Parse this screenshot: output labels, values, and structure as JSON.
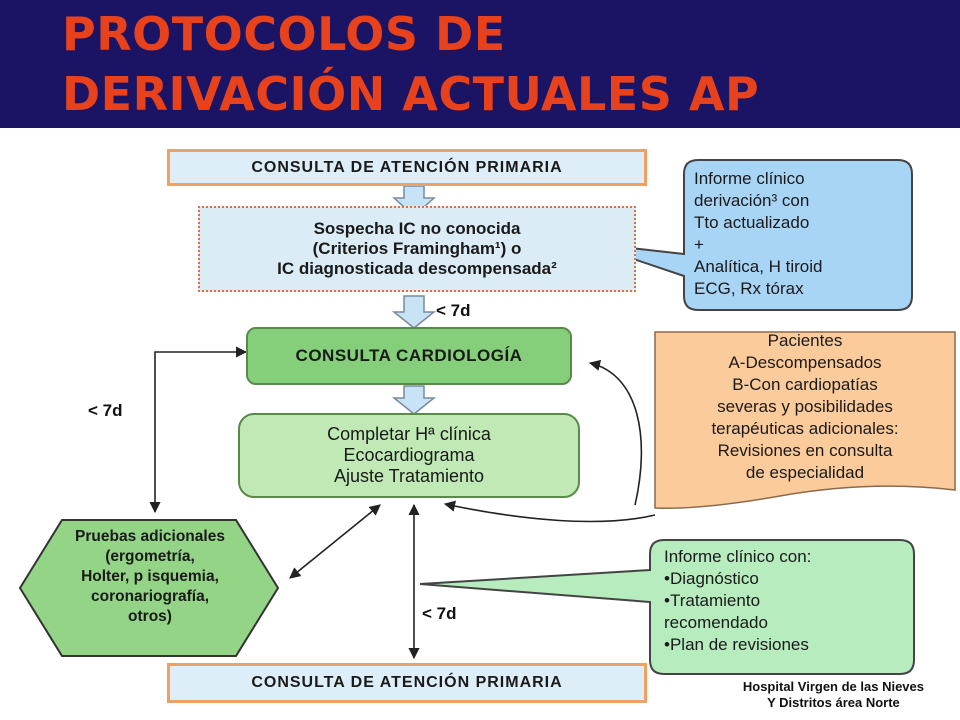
{
  "title": {
    "line1": "PROTOCOLOS DE",
    "line2": "DERIVACIÓN ACTUALES AP"
  },
  "boxes": {
    "consulta_ap_top": "CONSULTA DE ATENCIÓN PRIMARIA",
    "sospecha": [
      "Sospecha IC no conocida",
      "(Criterios Framingham¹) o",
      "IC diagnosticada descompensada²"
    ],
    "consulta_cardiologia": "CONSULTA CARDIOLOGÍA",
    "completar": [
      "Completar Hª clínica",
      "Ecocardiograma",
      "Ajuste Tratamiento"
    ],
    "pruebas": "Pruebas adicionales\n(ergometría,\nHolter, p isquemia,\ncoronariografía,\notros)",
    "consulta_ap_bottom": "CONSULTA DE ATENCIÓN PRIMARIA"
  },
  "callouts": {
    "informe_derivacion": "Informe clínico\nderivación³ con\nTto actualizado\n+\nAnalítica, H tiroid\nECG, Rx tórax",
    "pacientes": "Pacientes\nA-Descompensados\nB-Con cardiopatías\nseveras y posibilidades\nterapéuticas adicionales:\nRevisiones en consulta\nde especialidad",
    "informe_con": "Informe clínico con:\n•Diagnóstico\n•Tratamiento\nrecomendado\n•Plan de revisiones"
  },
  "labels": {
    "lt7d_arrow": "< 7d",
    "lt7d_left": "< 7d",
    "lt7d_bottom": "< 7d"
  },
  "credit": {
    "line1": "Hospital Virgen de las Nieves",
    "line2": "Y Distritos área Norte"
  },
  "colors": {
    "header_bg": "#1b1464",
    "title": "#e8421c",
    "cardio_fill": "#86cf7a",
    "completar_fill": "#c0e9b5",
    "callout_blue": "#a8d4f6",
    "callout_orange": "#fccb9c",
    "callout_green": "#b6ecbe"
  }
}
